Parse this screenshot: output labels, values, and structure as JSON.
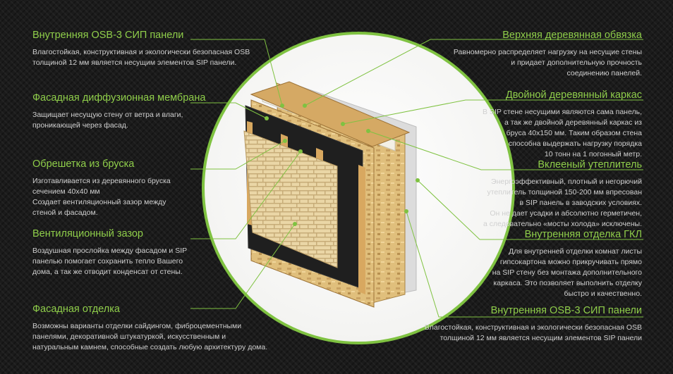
{
  "left": [
    {
      "title": "Внутренняя OSB-3 СИП панели",
      "lines": [
        "Влагостойкая, конструктивная и экологически безопасная OSB",
        "толщиной 12 мм является несущим элементов SIP панели."
      ]
    },
    {
      "title": "Фасадная диффузионная мембрана",
      "lines": [
        "Защищает несущую стену от ветра и влаги,",
        "проникающей через фасад."
      ]
    },
    {
      "title": "Обрешетка из бруска",
      "lines": [
        "Изготавливается из деревянного бруска",
        "сечением 40х40 мм",
        "Создает вентиляционный зазор между",
        "стеной и фасадом."
      ]
    },
    {
      "title": "Вентиляционный зазор",
      "lines": [
        "Воздушная прослойка между фасадом и SIP",
        "панелью помогает сохранить тепло Вашего",
        "дома, а так же отводит конденсат от стены."
      ]
    },
    {
      "title": "Фасадная отделка",
      "lines": [
        "Возможны варианты отделки сайдингом, фиброцементными",
        "панелями, декоративной штукатуркой, искусственным и",
        "натуральным камнем, способные создать любую архитектуру дома."
      ]
    }
  ],
  "right": [
    {
      "title": "Верхняя деревянная обвязка",
      "lines": [
        "Равномерно распределяет нагрузку на несущие стены",
        "и придает дополнительную прочность",
        "соединению панелей."
      ]
    },
    {
      "title": "Двойной деревянный каркас",
      "lines": [
        "В SIP стене несущими являются сама панель,",
        "а так же двойной деревянный каркас из",
        "бруса 40х150 мм. Таким образом стена",
        "способна выдержать нагрузку порядка",
        "10 тонн на 1 погонный метр."
      ]
    },
    {
      "title": "Вклееный утеплитель",
      "lines": [
        "Энергоэффективный, плотный и негорючий",
        "утеплитель толщиной 150-200 мм впресован",
        "в SIP панель в заводских условиях.",
        "Он не дает усадки и абсолютно герметичен,",
        "а следовательно «мосты холода» исключены."
      ]
    },
    {
      "title": "Внутренняя отделка ГКЛ",
      "lines": [
        "Для внутренней отделки комнат листы",
        "гипсокартона можно прикручивать прямо",
        "на SIP стену без монтажа дополнительного",
        "каркаса. Это позволяет выполнить отделку",
        "быстро и качественно."
      ]
    },
    {
      "title": "Внутренняя OSB-3 СИП панели",
      "lines": [
        "Влагостойкая, конструктивная и экологически безопасная OSB",
        "толщиной 12 мм является несущим элементов SIP панели"
      ]
    }
  ],
  "colors": {
    "accent": "#7fc241",
    "text": "#d0d0d0",
    "background": "#1b1b1b"
  }
}
